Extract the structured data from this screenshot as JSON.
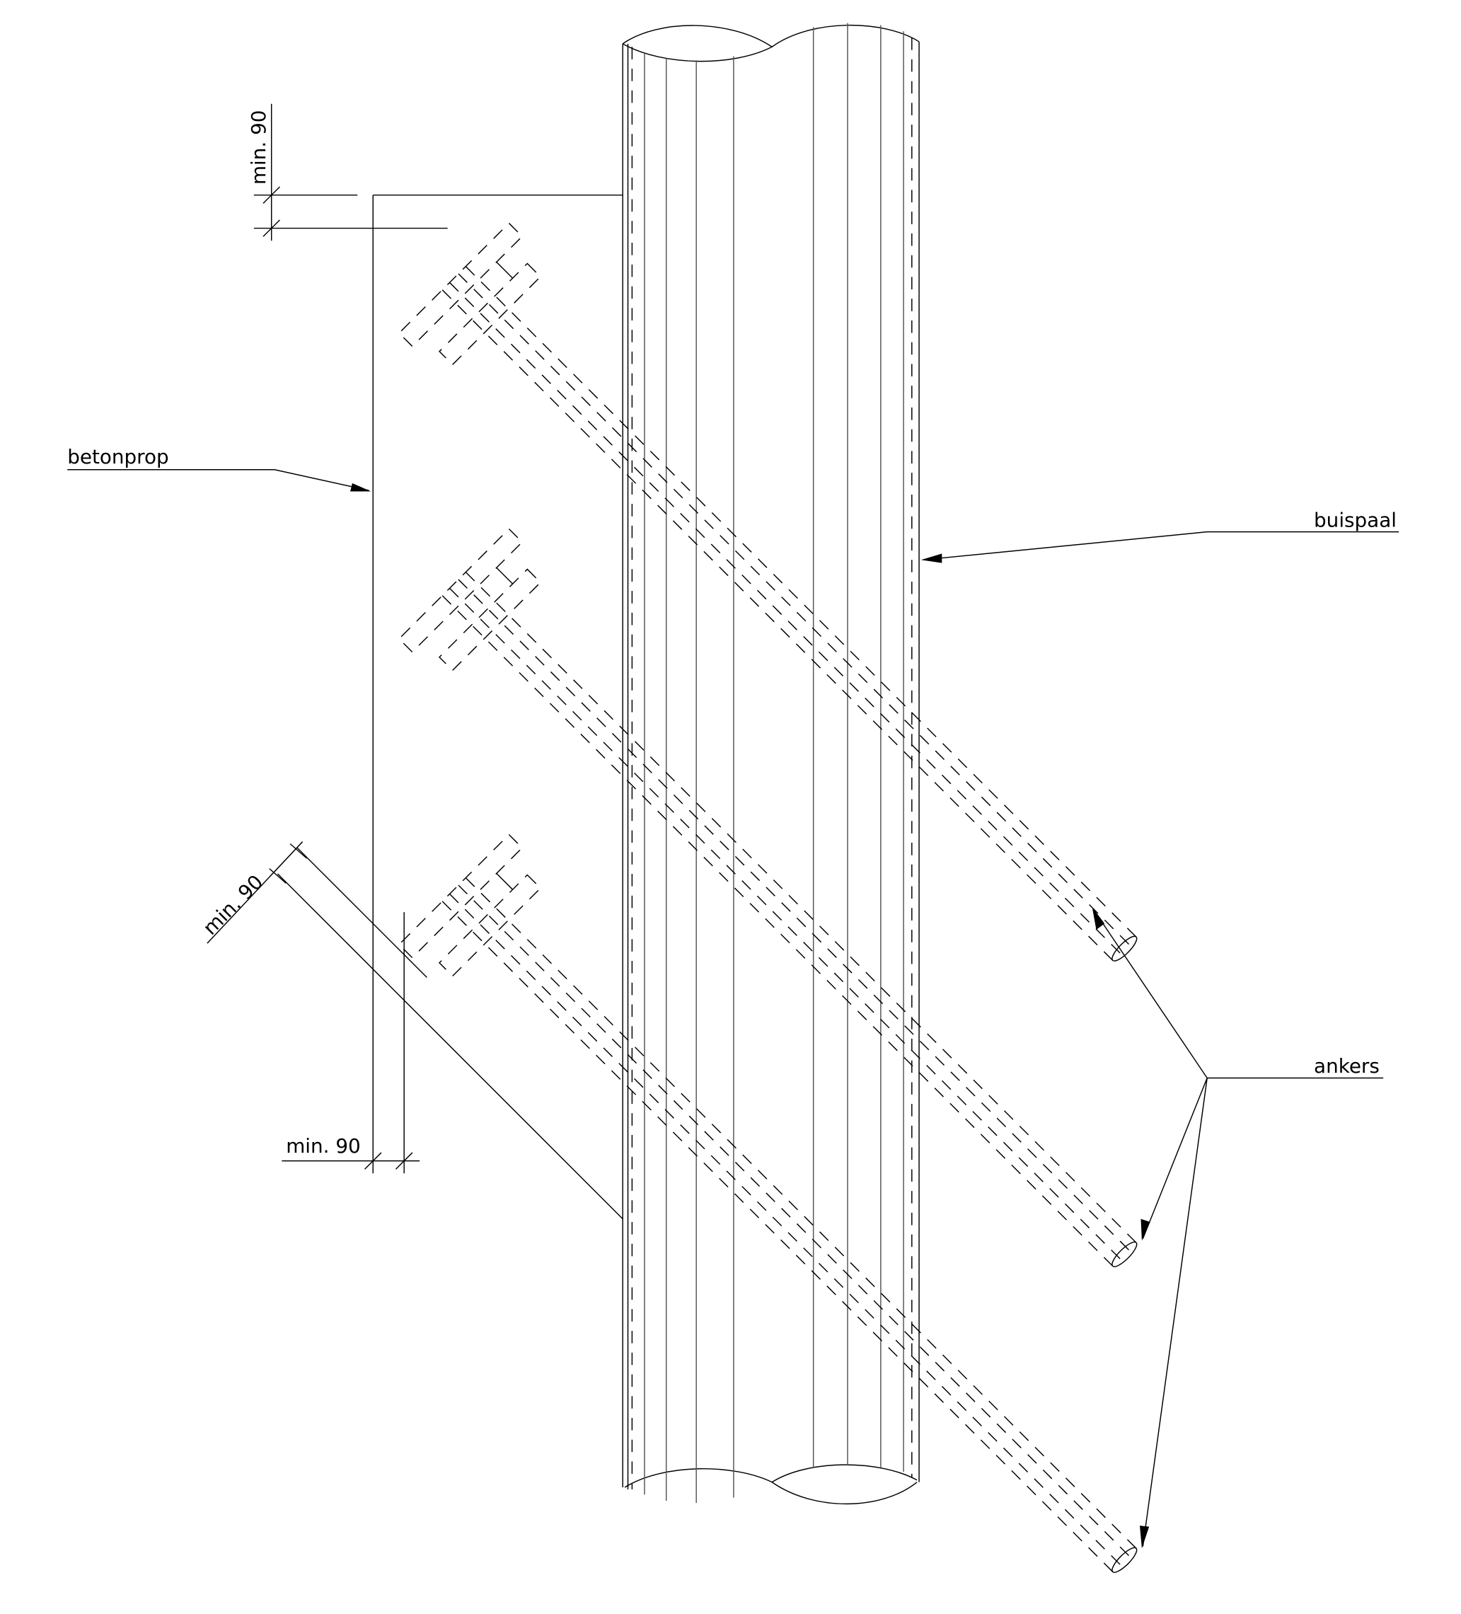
{
  "labels": {
    "betonprop": "betonprop",
    "buispaal": "buispaal",
    "ankers": "ankers"
  },
  "dimensions": {
    "top": "min. 90",
    "slanted": "min. 90",
    "bottom": "min. 90"
  },
  "colors": {
    "line": "#000000",
    "background": "#ffffff"
  },
  "anchors": {
    "count": 3
  }
}
